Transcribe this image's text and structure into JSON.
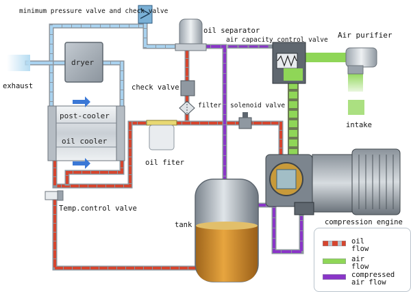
{
  "colors": {
    "oil_flow": "#d6452e",
    "air_flow": "#8fd657",
    "compressed_air_flow": "#8a35c8",
    "return_line": "#a9c9e8",
    "grey_pipe": "#9aa3ac"
  },
  "labels": {
    "min_pressure_valve": "minimum pressure valve and check valve",
    "oil_separator": "oil separator",
    "air_capacity_control_valve": "air capacity control valve",
    "air_purifier": "Air purifier",
    "exhaust": "exhaust",
    "dryer": "dryer",
    "check_valve": "check valve",
    "filter": "filter",
    "solenoid_valve": "solenoid valve",
    "post_cooler": "post-cooler",
    "oil_cooler": "oil cooler",
    "intake": "intake",
    "oil_filter": "oil fiter",
    "temp_control_valve": "Temp.control valve",
    "tank": "tank",
    "compression_engine": "compression engine"
  },
  "legend": {
    "items": [
      {
        "label": "oil flow",
        "color": "#d6452e"
      },
      {
        "label": "air flow",
        "color": "#8fd657"
      },
      {
        "label": "compressed air flow",
        "color": "#8a35c8"
      }
    ]
  }
}
